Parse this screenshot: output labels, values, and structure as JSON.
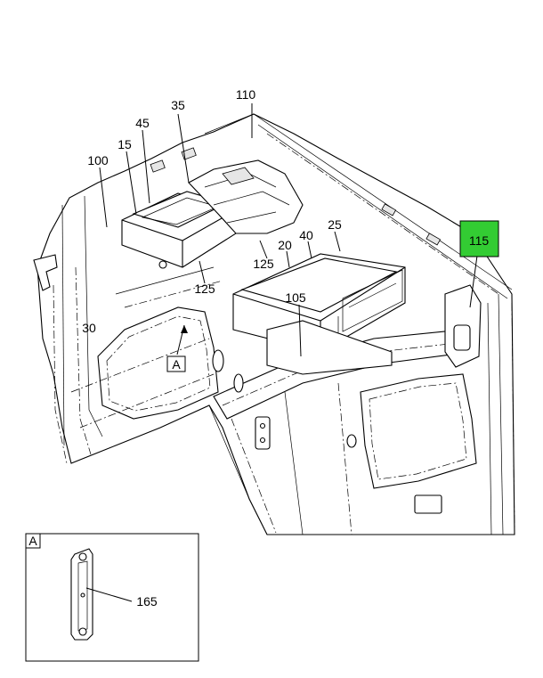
{
  "callouts": {
    "c110": "110",
    "c35": "35",
    "c45": "45",
    "c15": "15",
    "c100": "100",
    "c25": "25",
    "c40": "40",
    "c20": "20",
    "c125a": "125",
    "c125b": "125",
    "c105": "105",
    "c30": "30",
    "c115": "115",
    "view_ref": "A",
    "c165": "165"
  },
  "detail": {
    "label": "A"
  },
  "colors": {
    "highlight": "#33cc33",
    "line": "#000000",
    "background": "#ffffff"
  }
}
